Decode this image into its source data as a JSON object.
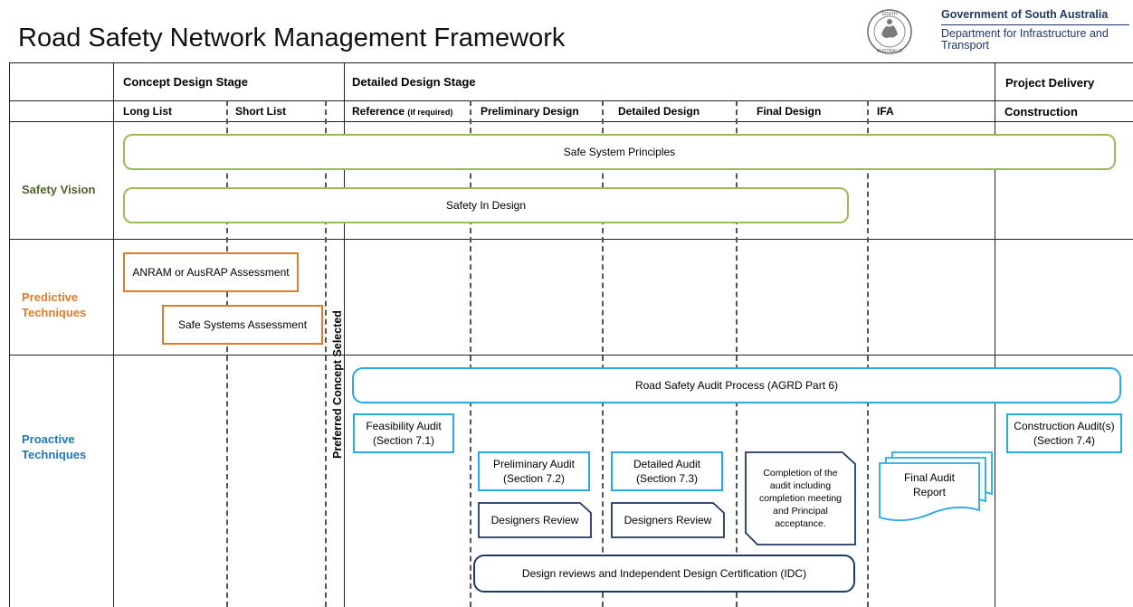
{
  "title": "Road Safety Network Management Framework",
  "logo": {
    "seal_text": "SOUTH AUSTRALIA",
    "government": "Government of South Australia",
    "department": "Department for Infrastructure and Transport"
  },
  "stages": {
    "concept": "Concept Design Stage",
    "detailed": "Detailed Design Stage",
    "delivery": "Project Delivery"
  },
  "phases": {
    "long_list": "Long List",
    "short_list": "Short List",
    "reference": "Reference",
    "reference_note": "(if required)",
    "preliminary": "Preliminary Design",
    "detailed": "Detailed Design",
    "final": "Final Design",
    "ifa": "IFA",
    "construction": "Construction"
  },
  "rows": {
    "safety_vision": "Safety Vision",
    "predictive": "Predictive Techniques",
    "proactive": "Proactive Techniques"
  },
  "milestone": "Preferred Concept Selected",
  "boxes": {
    "safe_system": "Safe System Principles",
    "safety_in_design": "Safety In Design",
    "anram": "ANRAM or AusRAP Assessment",
    "safe_systems_assessment": "Safe Systems Assessment",
    "rsa_process": "Road Safety Audit Process (AGRD Part 6)",
    "feasibility": "Feasibility Audit (Section 7.1)",
    "preliminary_audit": "Preliminary Audit (Section 7.2)",
    "detailed_audit": "Detailed Audit (Section 7.3)",
    "designers_review_1": "Designers Review",
    "designers_review_2": "Designers Review",
    "completion": "Completion of the audit including completion meeting and Principal acceptance.",
    "final_audit": "Final Audit Report",
    "construction_audit": "Construction Audit(s) (Section 7.4)",
    "idc": "Design reviews and Independent Design Certification (IDC)"
  },
  "colors": {
    "safety_vision": "#4f6228",
    "predictive": "#e07b2a",
    "proactive": "#1f78b4",
    "green_border": "#9bbb59",
    "blue_border": "#29a9e1",
    "navy_border": "#1f3864"
  }
}
